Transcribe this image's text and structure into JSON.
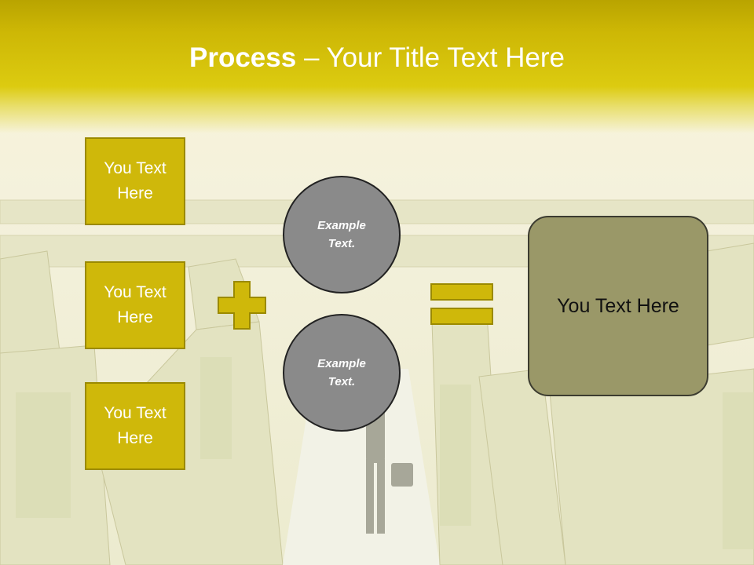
{
  "slide": {
    "title_bold": "Process",
    "title_rest": " – Your Title Text Here"
  },
  "left_boxes": [
    {
      "label": "You Text Here"
    },
    {
      "label": "You Text Here"
    },
    {
      "label": "You Text Here"
    }
  ],
  "circles": [
    {
      "label": "Example Text."
    },
    {
      "label": "Example Text."
    }
  ],
  "result_box": {
    "label": "You Text Here"
  },
  "icons": {
    "plus": "plus-icon",
    "equals": "equals-icon"
  },
  "colors": {
    "header_yellow": "#dccb10",
    "box_fill": "#cfb80a",
    "circle_fill": "#8a8a8a",
    "result_fill": "#9a9868"
  }
}
